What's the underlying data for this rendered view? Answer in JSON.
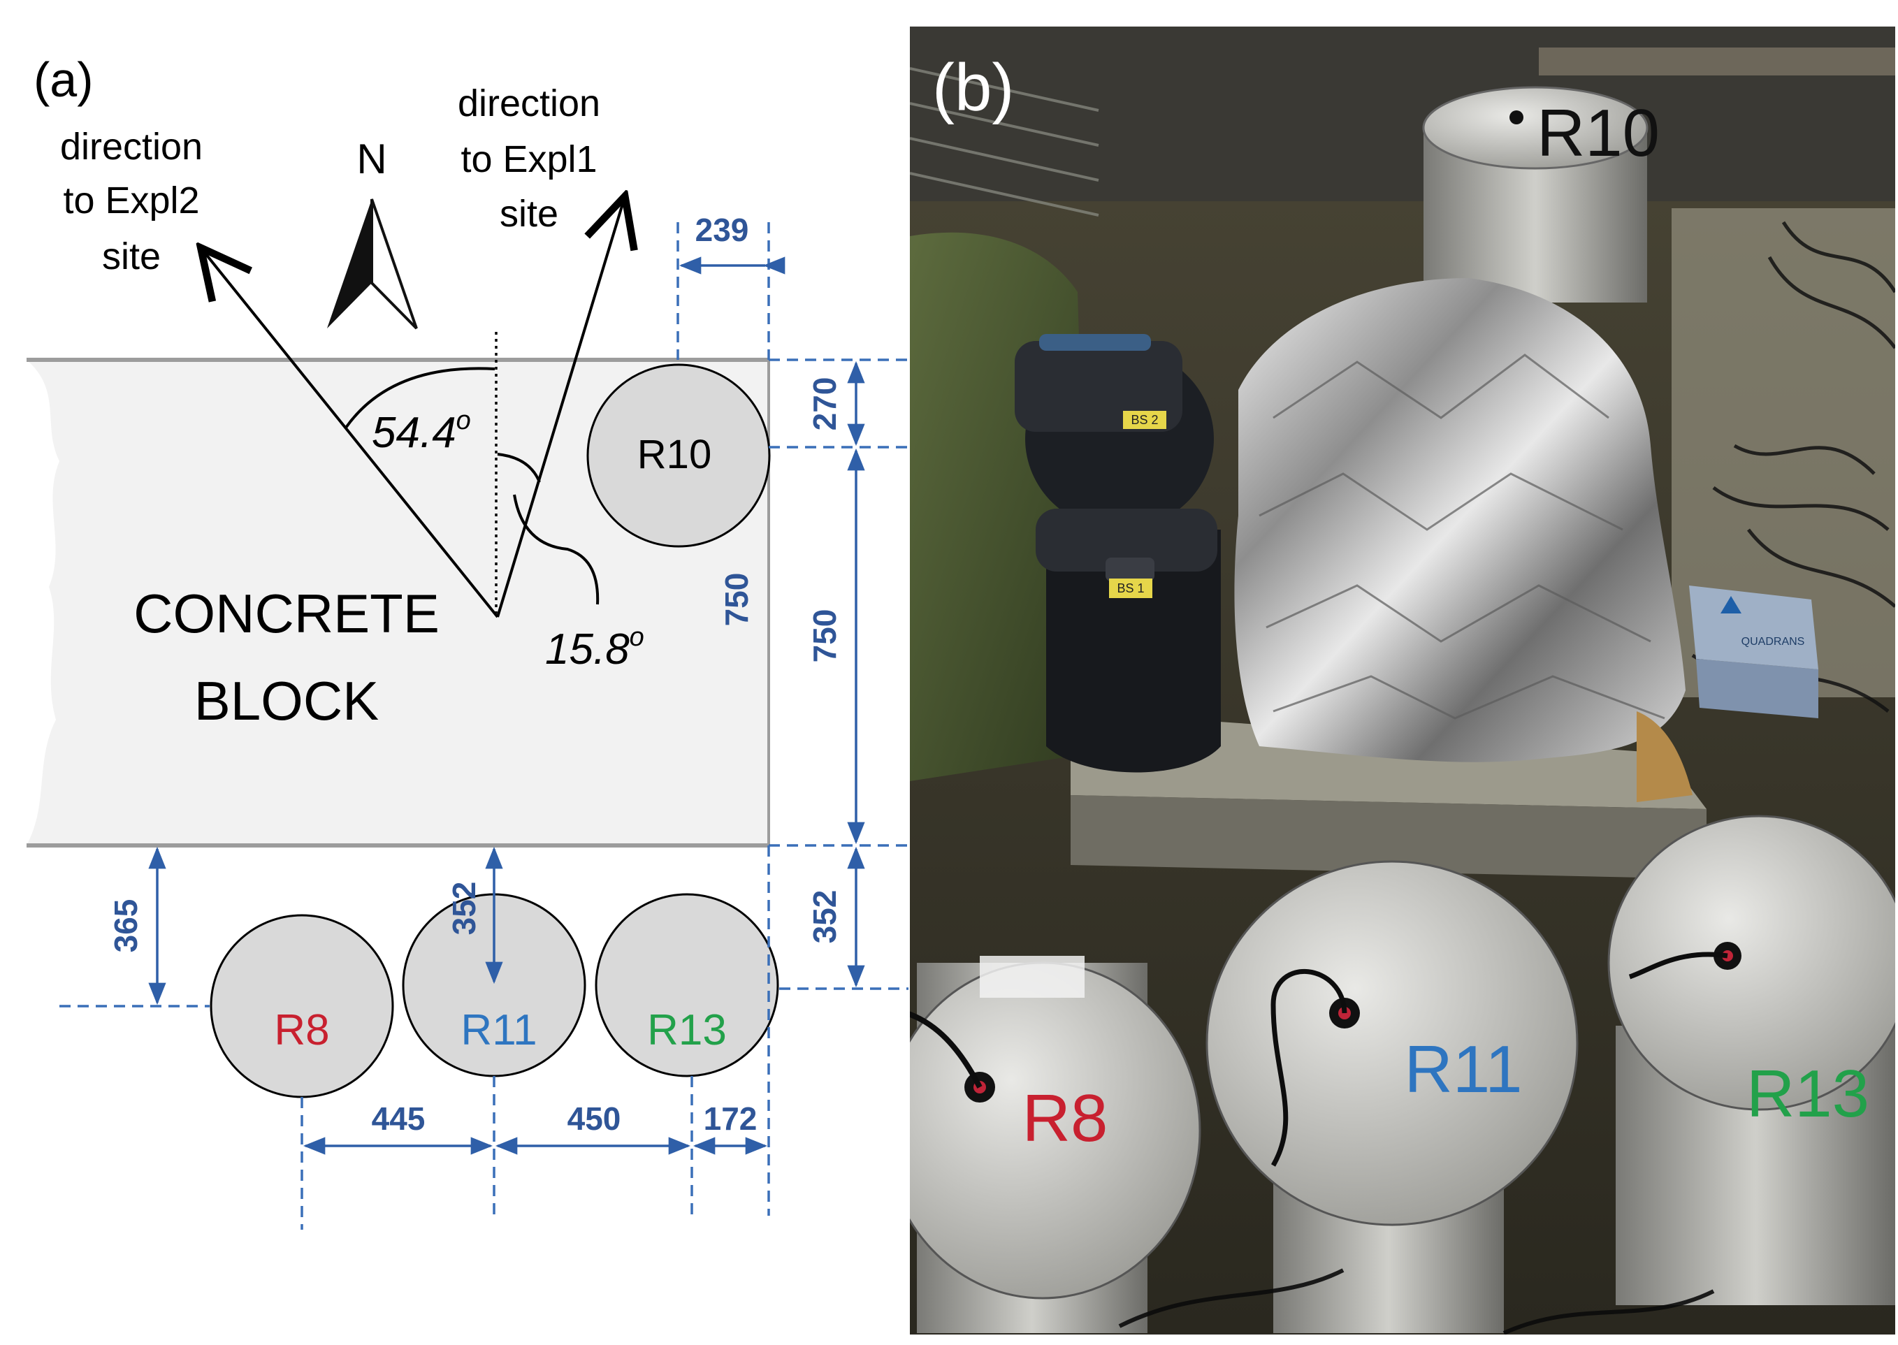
{
  "panel_a": {
    "label": "(a)",
    "block_label_line1": "CONCRETE",
    "block_label_line2": "BLOCK",
    "north": "N",
    "expl2_line1": "direction",
    "expl2_line2": "to Expl2",
    "expl2_line3": "site",
    "expl1_line1": "direction",
    "expl1_line2": "to Expl1",
    "expl1_line3": "site",
    "angle1": "54.4",
    "angle1_sup": "o",
    "angle2": "15.8",
    "angle2_sup": "o",
    "sensors": {
      "r10": "R10",
      "r8": "R8",
      "r11": "R11",
      "r13": "R13"
    },
    "dimensions": {
      "top_width": "239",
      "right_top": "270",
      "right_inner": "750",
      "right_outer": "750",
      "right_bottom": "352",
      "left_365": "365",
      "mid_352": "352",
      "bottom_445": "445",
      "bottom_450": "450",
      "bottom_172": "172"
    },
    "colors": {
      "r8": "#c8202f",
      "r11": "#2e75c0",
      "r13": "#22a14a",
      "dimension": "#2f5597",
      "block": "#f2f2f2",
      "sensor": "#d9d9d9"
    }
  },
  "panel_b": {
    "label": "(b)",
    "sensor_labels": {
      "r10": "R10",
      "r8": "R8",
      "r11": "R11",
      "r13": "R13"
    },
    "box_labels": {
      "bs1": "BS 1",
      "bs2": "BS 2",
      "quadrans": "QUADRANS"
    }
  }
}
